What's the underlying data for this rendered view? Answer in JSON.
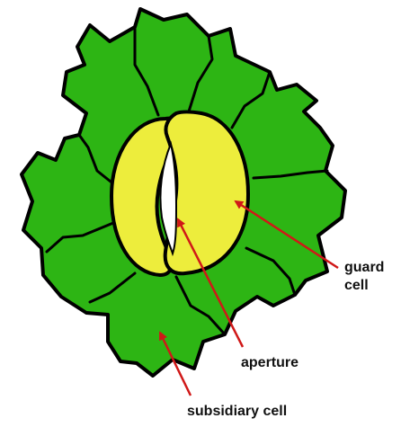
{
  "labels": {
    "guard": [
      "guard",
      "cell"
    ],
    "aperture": "aperture",
    "subsidiary": "subsidiary cell"
  },
  "colors": {
    "epidermal_cell": "#2db514",
    "guard_cell": "#eded3c",
    "aperture": "#ffffff",
    "outline": "#000000",
    "pointer": "#d01818"
  }
}
